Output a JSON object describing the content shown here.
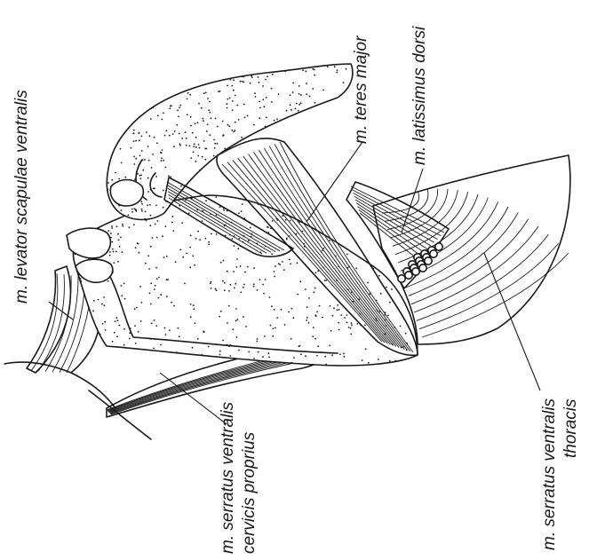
{
  "labels": {
    "levator_scapulae_ventralis": "m. levator scapulae ventralis",
    "teres_major": "m. teres major",
    "latissimus_dorsi": "m. latissimus dorsi",
    "serratus_ventralis_cervicis_line1": "m. serratus ventralis",
    "serratus_ventralis_cervicis_line2": "cervicis proprius",
    "serratus_ventralis_thoracis_line1": "m. serratus ventralis",
    "serratus_ventralis_thoracis_line2": "thoracis"
  }
}
